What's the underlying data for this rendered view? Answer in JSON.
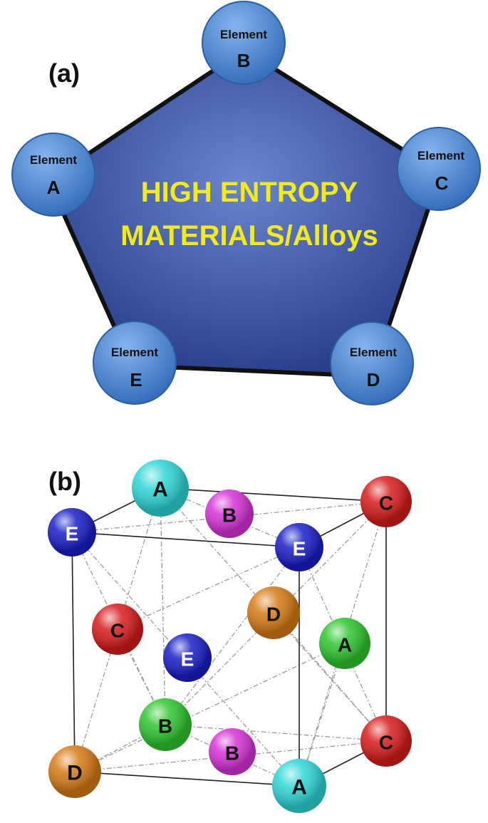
{
  "panel_a": {
    "label": "(a)",
    "center_line1": "HIGH ENTROPY",
    "center_line2": "MATERIALS/Alloys",
    "center_text_color": "#f2ea1c",
    "pentagon_fill": "#3f5aa6",
    "node_fill": "#4f86d0",
    "nodes": [
      {
        "word": "Element",
        "letter": "B"
      },
      {
        "word": "Element",
        "letter": "A"
      },
      {
        "word": "Element",
        "letter": "C"
      },
      {
        "word": "Element",
        "letter": "E"
      },
      {
        "word": "Element",
        "letter": "D"
      }
    ]
  },
  "panel_b": {
    "label": "(b)",
    "colors": {
      "A": "#2fd6d6",
      "B": "#d633d6",
      "B_green": "#2ec62e",
      "C": "#d81c1c",
      "D": "#d67a16",
      "E": "#1a1fc6"
    },
    "atoms": [
      {
        "letter": "A",
        "color": "#2fd6d6"
      },
      {
        "letter": "B",
        "color": "#d633d6"
      },
      {
        "letter": "C",
        "color": "#d81c1c"
      },
      {
        "letter": "E",
        "color": "#1a1fc6"
      },
      {
        "letter": "E",
        "color": "#1a1fc6"
      },
      {
        "letter": "D",
        "color": "#d67a16"
      },
      {
        "letter": "C",
        "color": "#d81c1c"
      },
      {
        "letter": "A",
        "color": "#2ec62e"
      },
      {
        "letter": "E",
        "color": "#1a1fc6"
      },
      {
        "letter": "B",
        "color": "#2ec62e"
      },
      {
        "letter": "C",
        "color": "#d81c1c"
      },
      {
        "letter": "D",
        "color": "#d67a16"
      },
      {
        "letter": "B",
        "color": "#d633d6"
      },
      {
        "letter": "A",
        "color": "#2fd6d6"
      }
    ]
  }
}
